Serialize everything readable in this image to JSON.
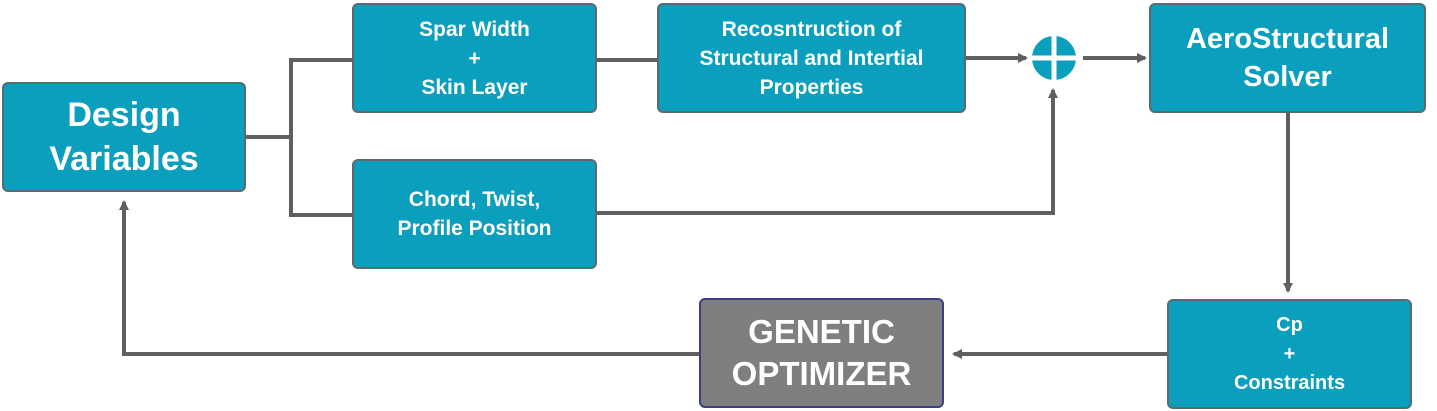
{
  "nodes": {
    "design_variables": {
      "lines": [
        "Design",
        "Variables"
      ]
    },
    "spar_skin": {
      "lines": [
        "Spar Width",
        "+",
        "Skin Layer"
      ]
    },
    "reconstruction": {
      "lines": [
        "Recosntruction of",
        "Structural and Intertial",
        "Properties"
      ]
    },
    "chord_twist": {
      "lines": [
        "Chord, Twist,",
        "Profile Position"
      ]
    },
    "aerostructural_solver": {
      "lines": [
        "AeroStructural",
        "Solver"
      ]
    },
    "cp_constraints": {
      "lines": [
        "Cp",
        "+",
        "Constraints"
      ]
    },
    "genetic_optimizer": {
      "lines": [
        "GENETIC",
        "OPTIMIZER"
      ]
    }
  },
  "colors": {
    "box_fill": "#0a9fbc",
    "box_border": "#5a6a70",
    "optimizer_fill": "#7f7f7f",
    "optimizer_border": "#3b3f8a",
    "connector": "#5f5f5f",
    "sum_junction": "#0a9fbc"
  },
  "icons": {
    "sum_junction": "circle-plus-icon"
  }
}
